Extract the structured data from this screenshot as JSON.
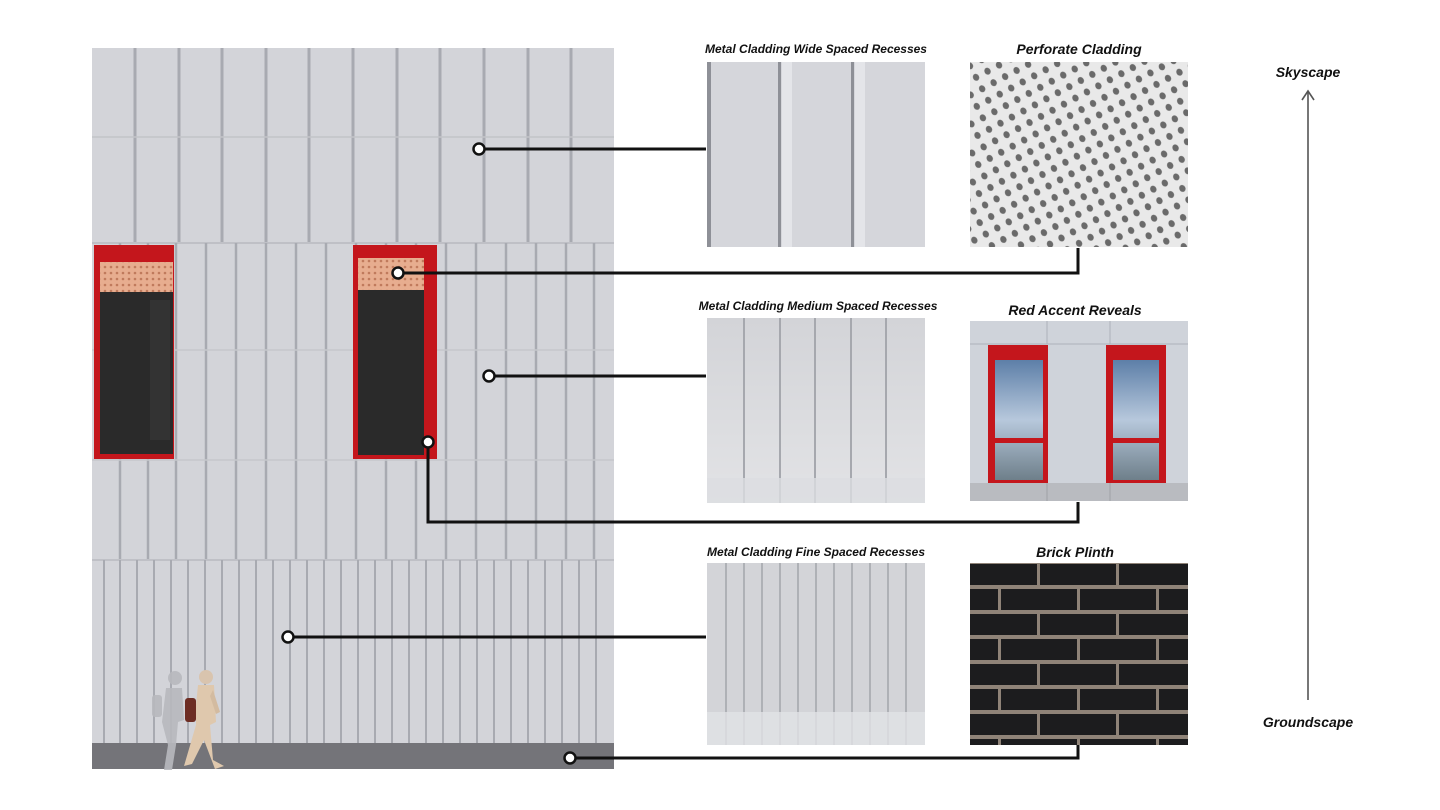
{
  "materials": {
    "wide": "Metal Cladding Wide Spaced Recesses",
    "perforate": "Perforate Cladding",
    "medium": "Metal Cladding Medium Spaced Recesses",
    "red": "Red Accent Reveals",
    "fine": "Metal Cladding Fine Spaced Recesses",
    "brick": "Brick Plinth"
  },
  "axis": {
    "top": "Skyscape",
    "bottom": "Groundscape"
  },
  "colors": {
    "cladding": "#d3d4d9",
    "recess": "#a9abb2",
    "red_accent": "#c4161c",
    "window": "#2a2a2a",
    "perforate": "#e2a688",
    "plinth": "#747479",
    "brick": "#1c1c1e",
    "mortar": "#8f8378",
    "leader": "#111111"
  }
}
